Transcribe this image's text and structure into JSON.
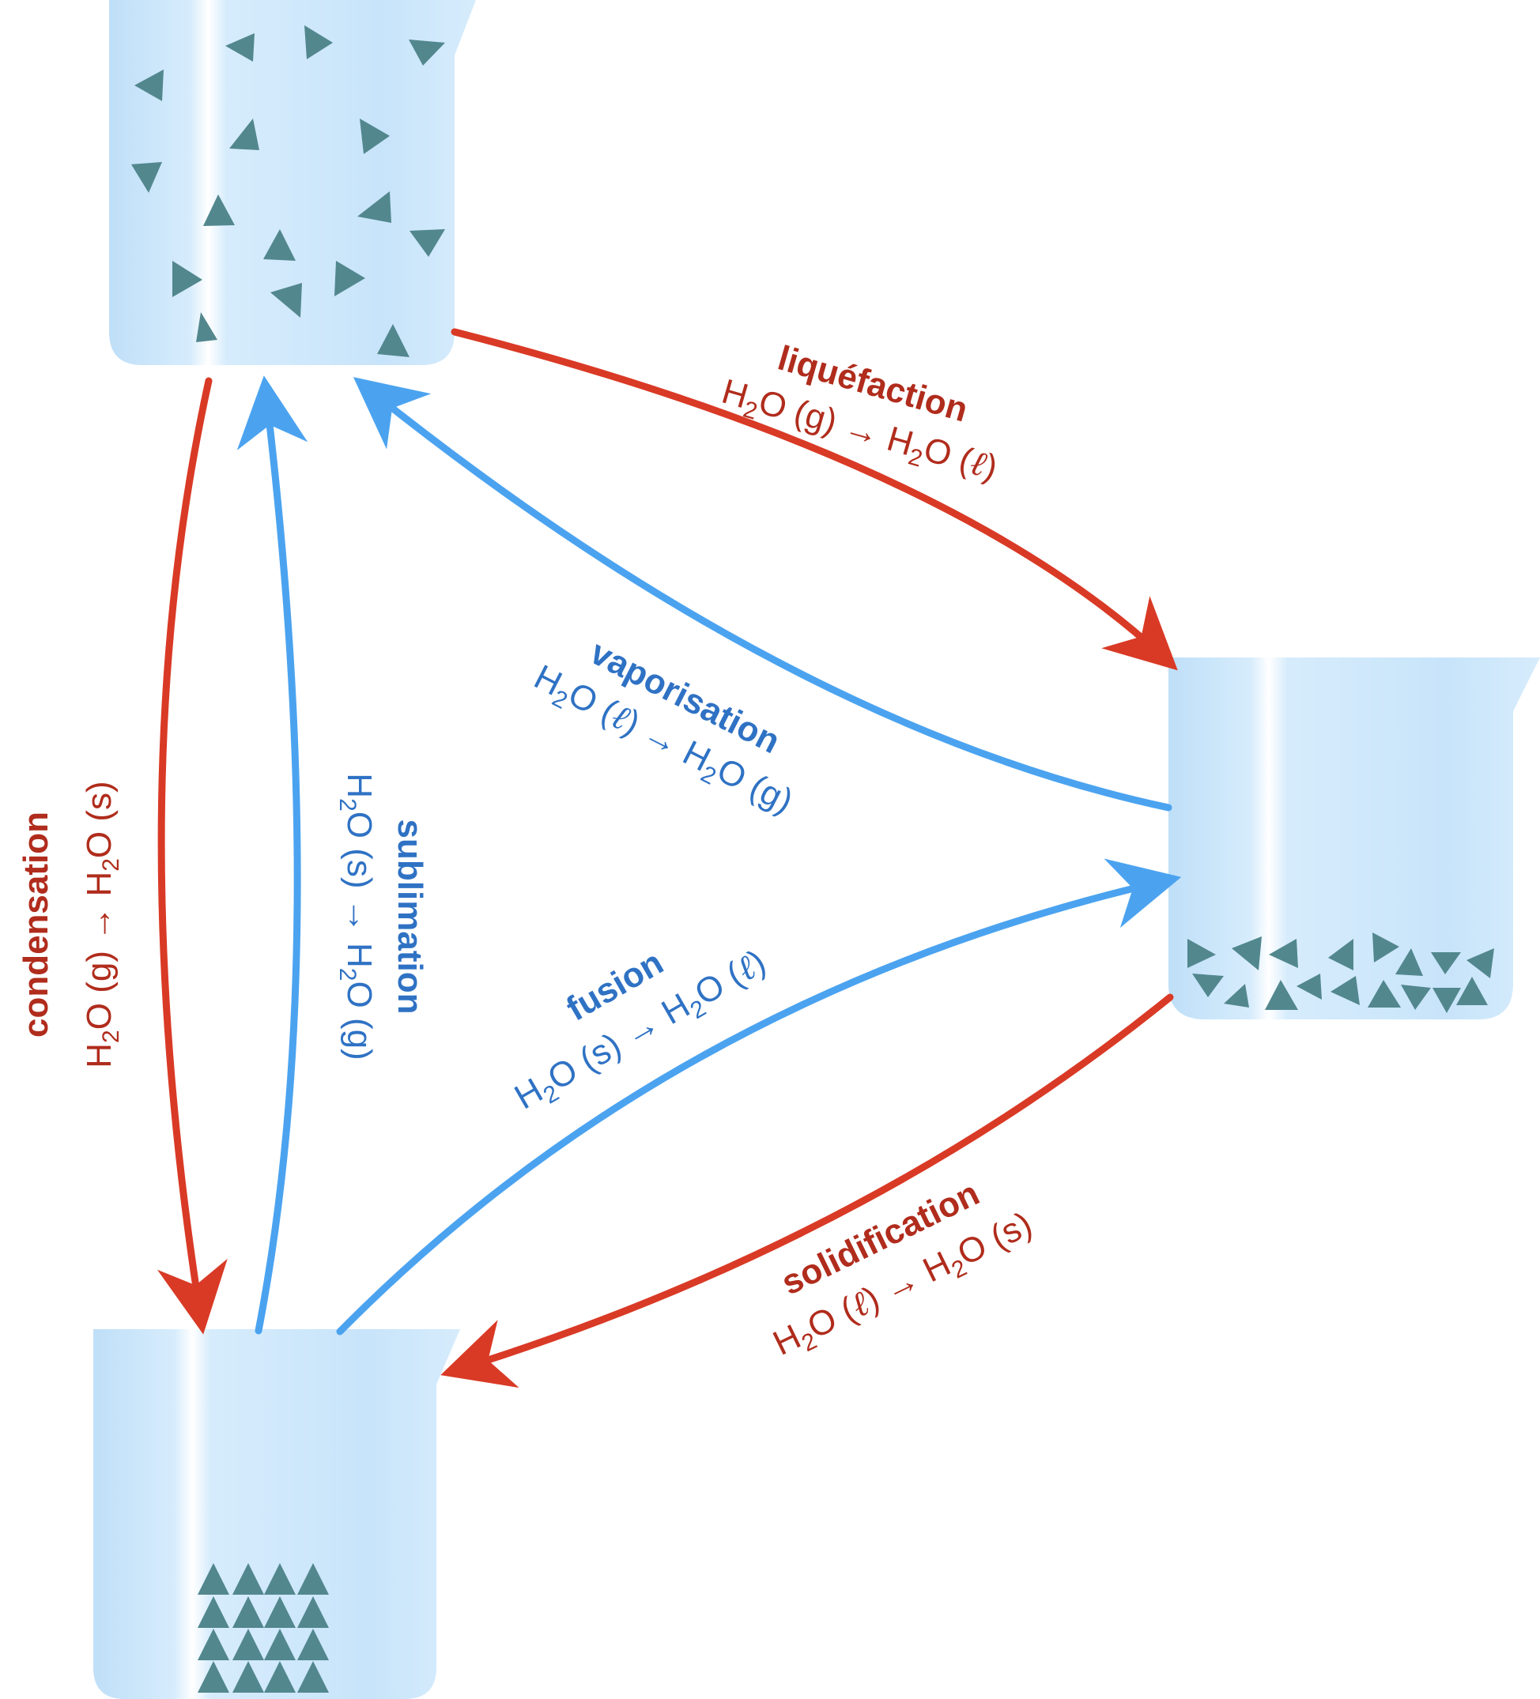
{
  "colors": {
    "red": "#d93a26",
    "red_text": "#b02c1c",
    "blue": "#4ba3f0",
    "blue_text": "#2f72c4",
    "beaker": "#d2e9fb",
    "particle": "#52878e"
  },
  "beakers": {
    "gas": {
      "state": "gas"
    },
    "liquid": {
      "state": "liquid"
    },
    "solid": {
      "state": "solid"
    }
  },
  "transitions": {
    "liquefaction": {
      "name": "liquéfaction",
      "eq": {
        "h": "H",
        "two": "2",
        "o": "O",
        "left_state": "(g)",
        "arrow": "→",
        "right_state_open": "(",
        "ell": "ℓ",
        "right_state_close": ")"
      }
    },
    "vaporisation": {
      "name": "vaporisation",
      "eq": {
        "h": "H",
        "two": "2",
        "o": "O",
        "left_state_open": "(",
        "ell": "ℓ",
        "left_state_close": ")",
        "arrow": "→",
        "right_state": "(g)"
      }
    },
    "condensation": {
      "name": "condensation",
      "eq": {
        "h": "H",
        "two": "2",
        "o": "O",
        "left_state": "(g)",
        "arrow": "→",
        "right_state": "(s)"
      }
    },
    "sublimation": {
      "name": "sublimation",
      "eq": {
        "h": "H",
        "two": "2",
        "o": "O",
        "left_state": "(s)",
        "arrow": "→",
        "right_state": "(g)"
      }
    },
    "fusion": {
      "name": "fusion",
      "eq": {
        "h": "H",
        "two": "2",
        "o": "O",
        "left_state": "(s)",
        "arrow": "→",
        "right_state_open": "(",
        "ell": "ℓ",
        "right_state_close": ")"
      }
    },
    "solidification": {
      "name": "solidification",
      "eq": {
        "h": "H",
        "two": "2",
        "o": "O",
        "left_state_open": "(",
        "ell": "ℓ",
        "left_state_close": ")",
        "arrow": "→",
        "right_state": "(s)"
      }
    }
  }
}
